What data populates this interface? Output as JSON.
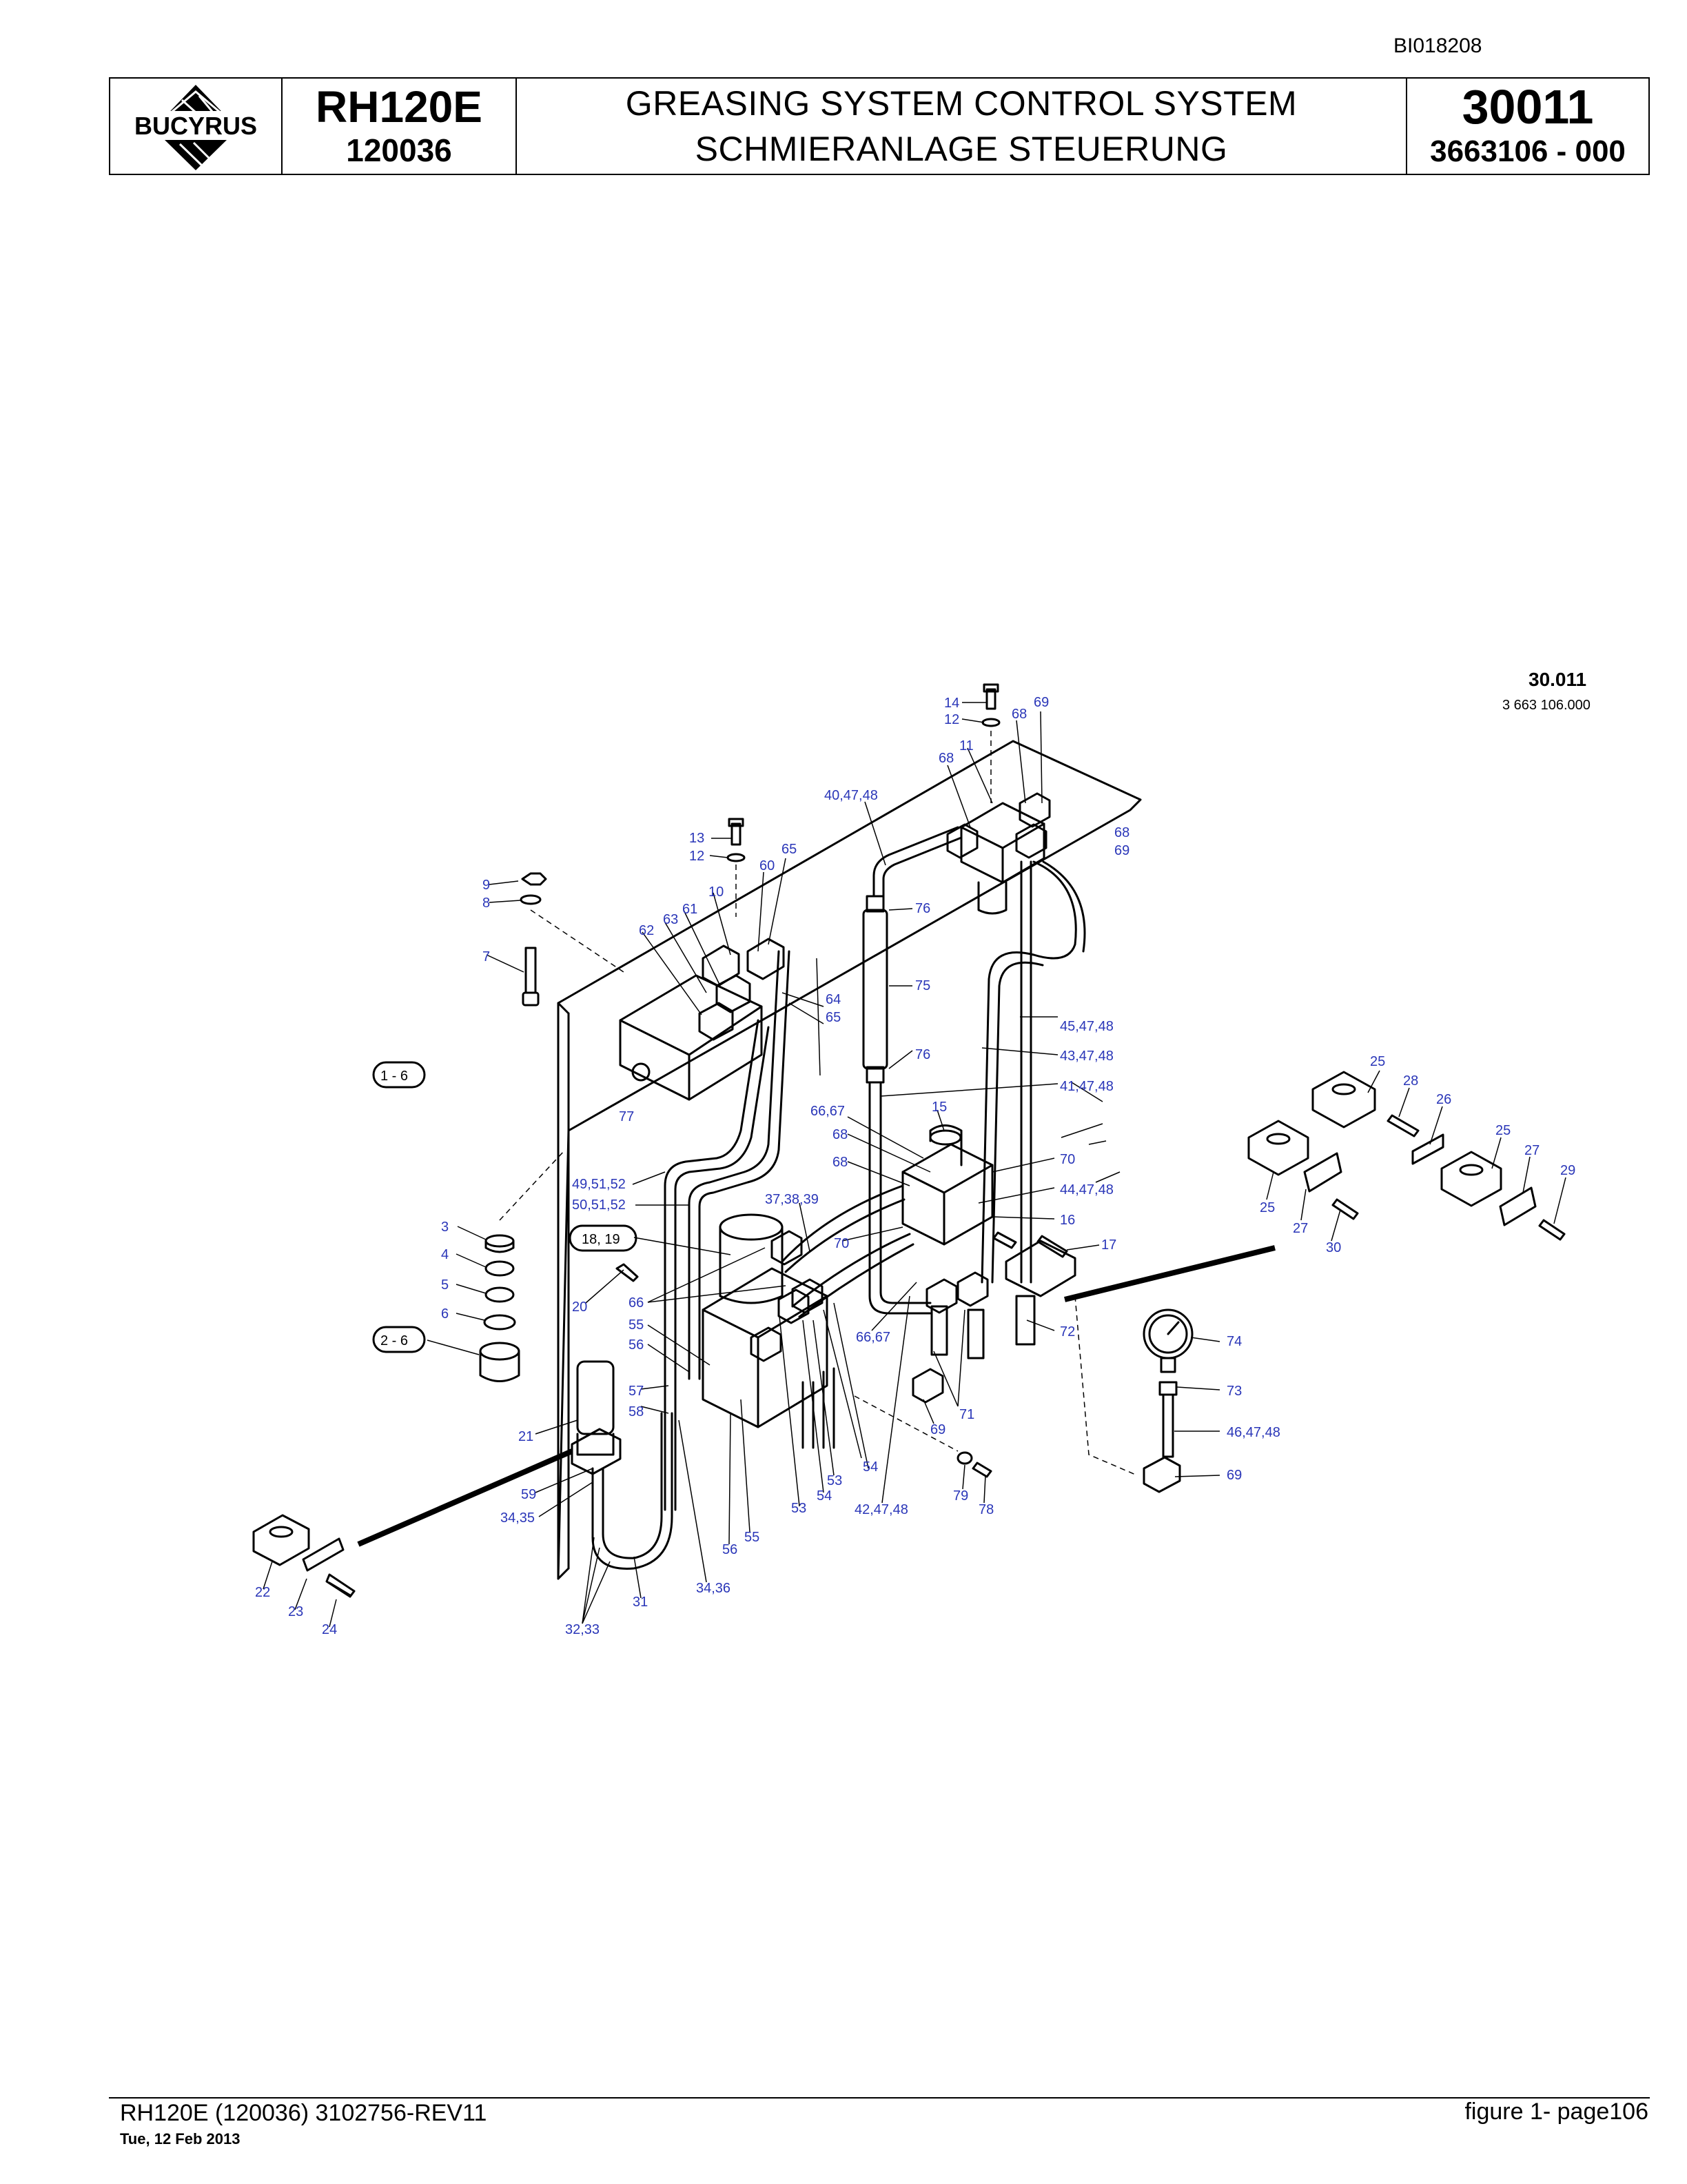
{
  "header": {
    "doc_id": "BI018208",
    "brand": "BUCYRUS",
    "model": "RH120E",
    "serial": "120036",
    "title_en": "GREASING SYSTEM CONTROL SYSTEM",
    "title_de": "SCHMIERANLAGE STEUERUNG",
    "group_number": "30011",
    "part_number": "3663106  - 000"
  },
  "figure_ref": {
    "group": "30.011",
    "part": "3 663 106.000"
  },
  "callouts": [
    "14",
    "12",
    "69",
    "68",
    "11",
    "68",
    "40,47,48",
    "13",
    "12",
    "65",
    "60",
    "68",
    "69",
    "9",
    "8",
    "10",
    "61",
    "63",
    "62",
    "7",
    "76",
    "75",
    "64",
    "65",
    "45,47,48",
    "43,47,48",
    "41,47,48",
    "1 - 6",
    "77",
    "76",
    "66,67",
    "15",
    "68",
    "68",
    "70",
    "44,47,48",
    "16",
    "17",
    "49,51,52",
    "50,51,52",
    "37,38,39",
    "18, 19",
    "70",
    "3",
    "4",
    "5",
    "6",
    "20",
    "66",
    "55",
    "56",
    "66,67",
    "72",
    "2 - 6",
    "57",
    "58",
    "21",
    "71",
    "69",
    "59",
    "34,35",
    "53",
    "54",
    "53",
    "54",
    "42,47,48",
    "79",
    "78",
    "56",
    "55",
    "34,36",
    "31",
    "32,33",
    "22",
    "23",
    "24",
    "74",
    "73",
    "46,47,48",
    "69",
    "25",
    "28",
    "26",
    "25",
    "27",
    "29",
    "25",
    "27",
    "30"
  ],
  "boxed_callouts": [
    "1 - 6",
    "18, 19",
    "2 - 6"
  ],
  "footer": {
    "left": "RH120E (120036) 3102756-REV11",
    "date": "Tue, 12 Feb 2013",
    "right": "figure  1- page106"
  }
}
